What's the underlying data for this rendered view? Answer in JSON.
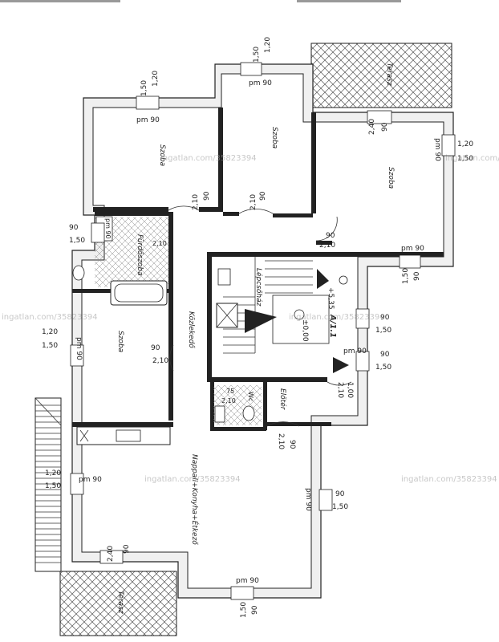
{
  "watermark": "ingatlan.com/35823394",
  "rooms": {
    "szoba_1": "Szoba",
    "szoba_2": "Szoba",
    "szoba_3": "Szoba",
    "szoba_4": "Szoba",
    "terasz_top": "Terasz",
    "terasz_bottom": "Terasz",
    "furdoszoba": "Fürdőszoba",
    "kozlekedo": "Közlekedő",
    "lepcsohaz": "Lépcsőház",
    "eloter": "Előtér",
    "wc": "Wc",
    "nappali": "Nappali+Konyha+Étkező"
  },
  "labels": {
    "pm90": "pm 90",
    "w120": "1,20",
    "w150": "1,50",
    "w090": "90",
    "w210": "2,10",
    "w240": "2,40",
    "w100": "1,00",
    "w075": "75",
    "level_plus": "+5,35",
    "level_zero": "±0,00",
    "section": "A/1.1"
  }
}
